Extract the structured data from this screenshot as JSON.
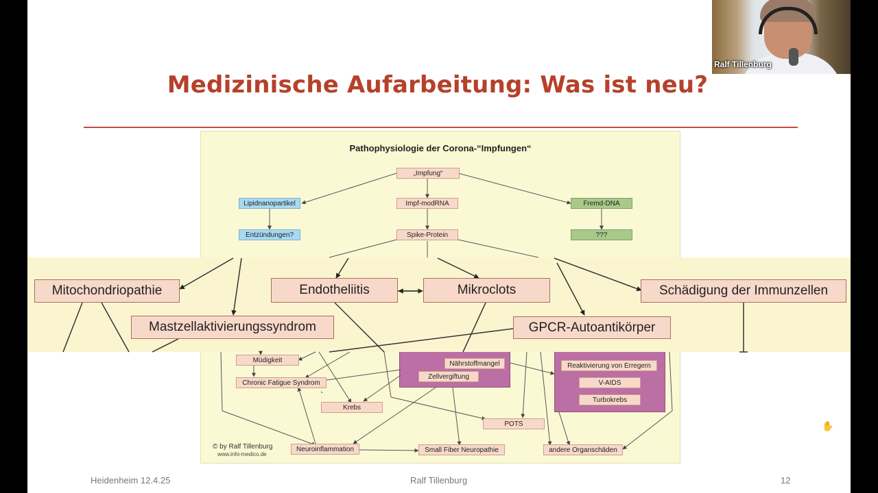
{
  "slide": {
    "title": "Medizinische Aufarbeitung: Was ist neu?",
    "footer_left": "Heidenheim 12.4.25",
    "footer_center": "Ralf Tillenburg",
    "footer_right": "12"
  },
  "webcam": {
    "name": "Ralf Tillenburg"
  },
  "diagram": {
    "title": "Pathophysiologie der Corona-“Impfungen“",
    "copyright": "© by Ralf Tillenburg",
    "website": "www.info-medico.de",
    "nodes": {
      "impfung": "„Impfung“",
      "lipidnanopartikel": "Lipidnanopartikel",
      "impf_modrna": "Impf-modRNA",
      "fremd_dna": "Fremd-DNA",
      "entzuendungen": "Entzündungen?",
      "spike_protein": "Spike-Protein",
      "unknown": "???",
      "mitochondriopathie": "Mitochondriopathie",
      "endotheliitis": "Endotheliitis",
      "mikroclots": "Mikroclots",
      "schaedigung_immunzellen": "Schädigung der Immunzellen",
      "mastzellaktivierungssyndrom": "Mastzellaktivierungssyndrom",
      "gpcr_autoantikoerper": "GPCR-Autoantikörper",
      "muedigkeit": "Müdigkeit",
      "chronic_fatigue": "Chronic Fatigue Syndrom",
      "naehrstoffmangel": "Nährstoffmangel",
      "zellvergiftung": "Zellvergiftung",
      "krebs": "Krebs",
      "reaktivierung": "Reaktivierung von Erregern",
      "v_aids": "V-AIDS",
      "turbokrebs": "Turbokrebs",
      "pots": "POTS",
      "neuroinflammation": "Neuroinflammation",
      "small_fiber": "Small Fiber Neuropathie",
      "andere_organschaeden": "andere Organschäden"
    }
  }
}
